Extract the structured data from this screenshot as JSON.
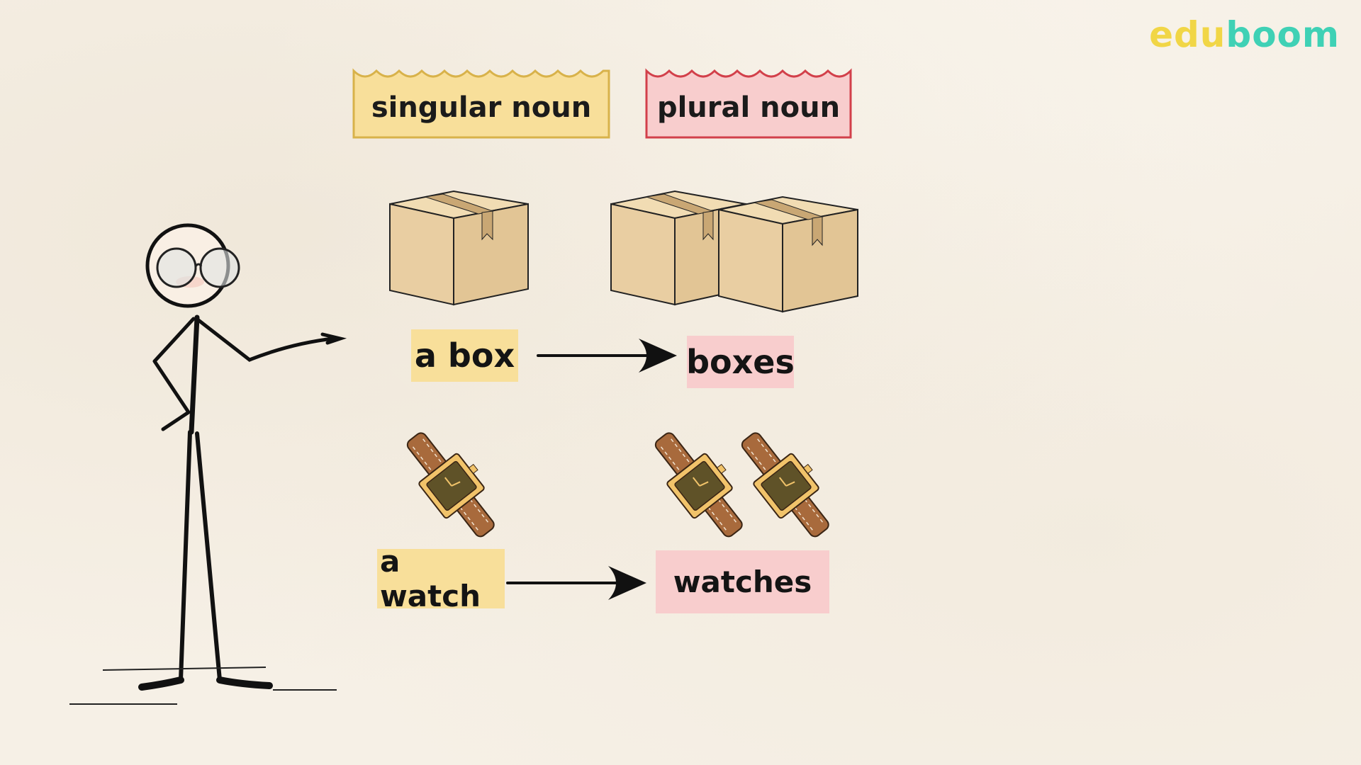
{
  "logo": {
    "part1": "edu",
    "part2": "boom"
  },
  "headers": {
    "singular": "singular noun",
    "plural": "plural noun"
  },
  "examples": [
    {
      "singular": "a box",
      "plural": "boxes"
    },
    {
      "singular": "a watch",
      "plural": "watches"
    }
  ],
  "colors": {
    "background": "#f6f0e6",
    "singular_label": "#f8df9a",
    "plural_label": "#f8cdcd",
    "logo_edu": "#f1d646",
    "logo_boom": "#3fd1b5"
  },
  "icons": [
    "stick-figure-teacher",
    "cardboard-box-icon",
    "wristwatch-icon",
    "arrow-right-icon"
  ]
}
